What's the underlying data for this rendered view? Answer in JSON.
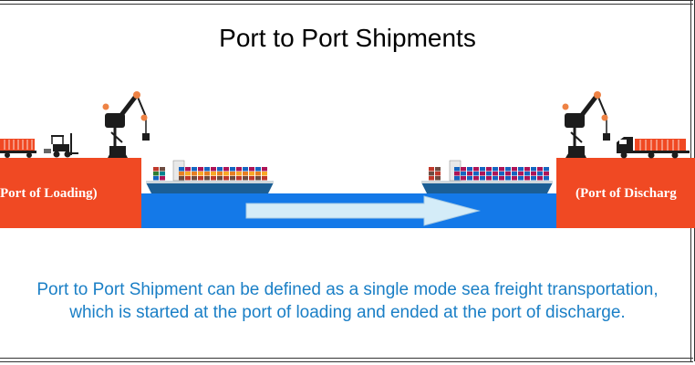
{
  "title": "Port to Port Shipments",
  "labels": {
    "port_of_loading": "Port of Loading)",
    "port_of_discharge": "(Port of Discharg"
  },
  "description": "Port to Port Shipment can be defined as a single mode sea freight transportation, which is started at the port of loading and ended at the port of discharge.",
  "colors": {
    "port_block": "#f04923",
    "water": "#1479e8",
    "arrow": "#d4ecf8",
    "crane": "#1c1c1c",
    "crane_joint": "#ee8244",
    "ship_hull": "#1b5e95",
    "text_blue": "#1a7fc6"
  },
  "icons": [
    "crane-icon",
    "forklift-icon",
    "truck-icon",
    "container-ship-icon",
    "arrow-icon"
  ]
}
